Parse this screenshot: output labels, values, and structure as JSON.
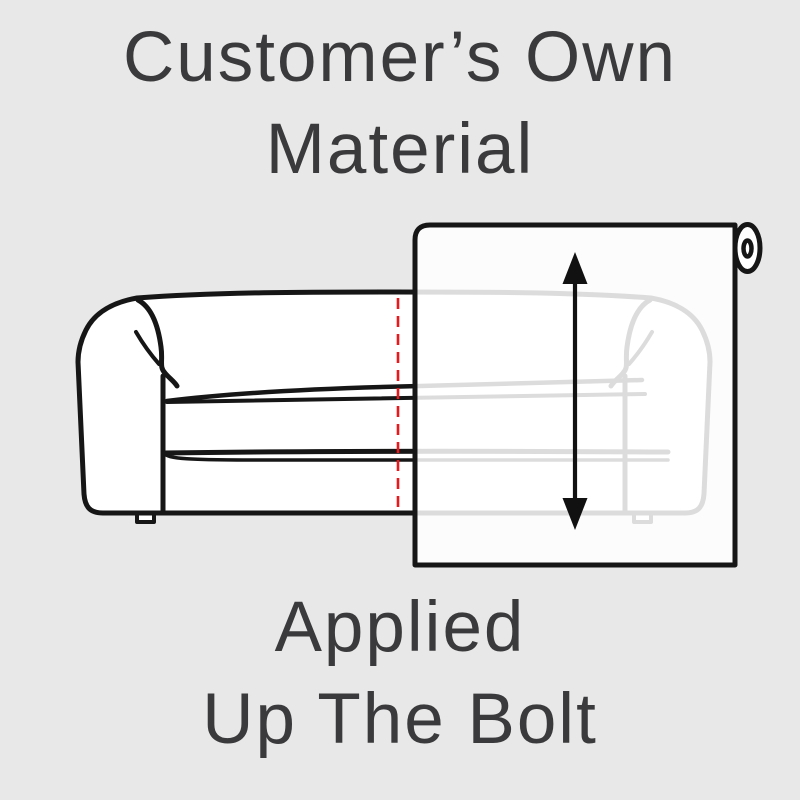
{
  "page": {
    "background_color": "#e8e8e8",
    "text_color": "#3a3a3c"
  },
  "title": {
    "line1": "Customer’s Own",
    "line2": "Material"
  },
  "caption": {
    "line1": "Applied",
    "line2": "Up The Bolt"
  },
  "illustration": {
    "name": "sofa-fabric-applied-up-the-bolt-diagram",
    "colors": {
      "outline": "#161616",
      "sofa_fill": "#ffffff",
      "ghost_overlay_fill": "rgba(255,255,255,0.85)",
      "roll_fill": "#ffffff",
      "cut_line": "#e8181c",
      "arrow": "#111111"
    }
  }
}
